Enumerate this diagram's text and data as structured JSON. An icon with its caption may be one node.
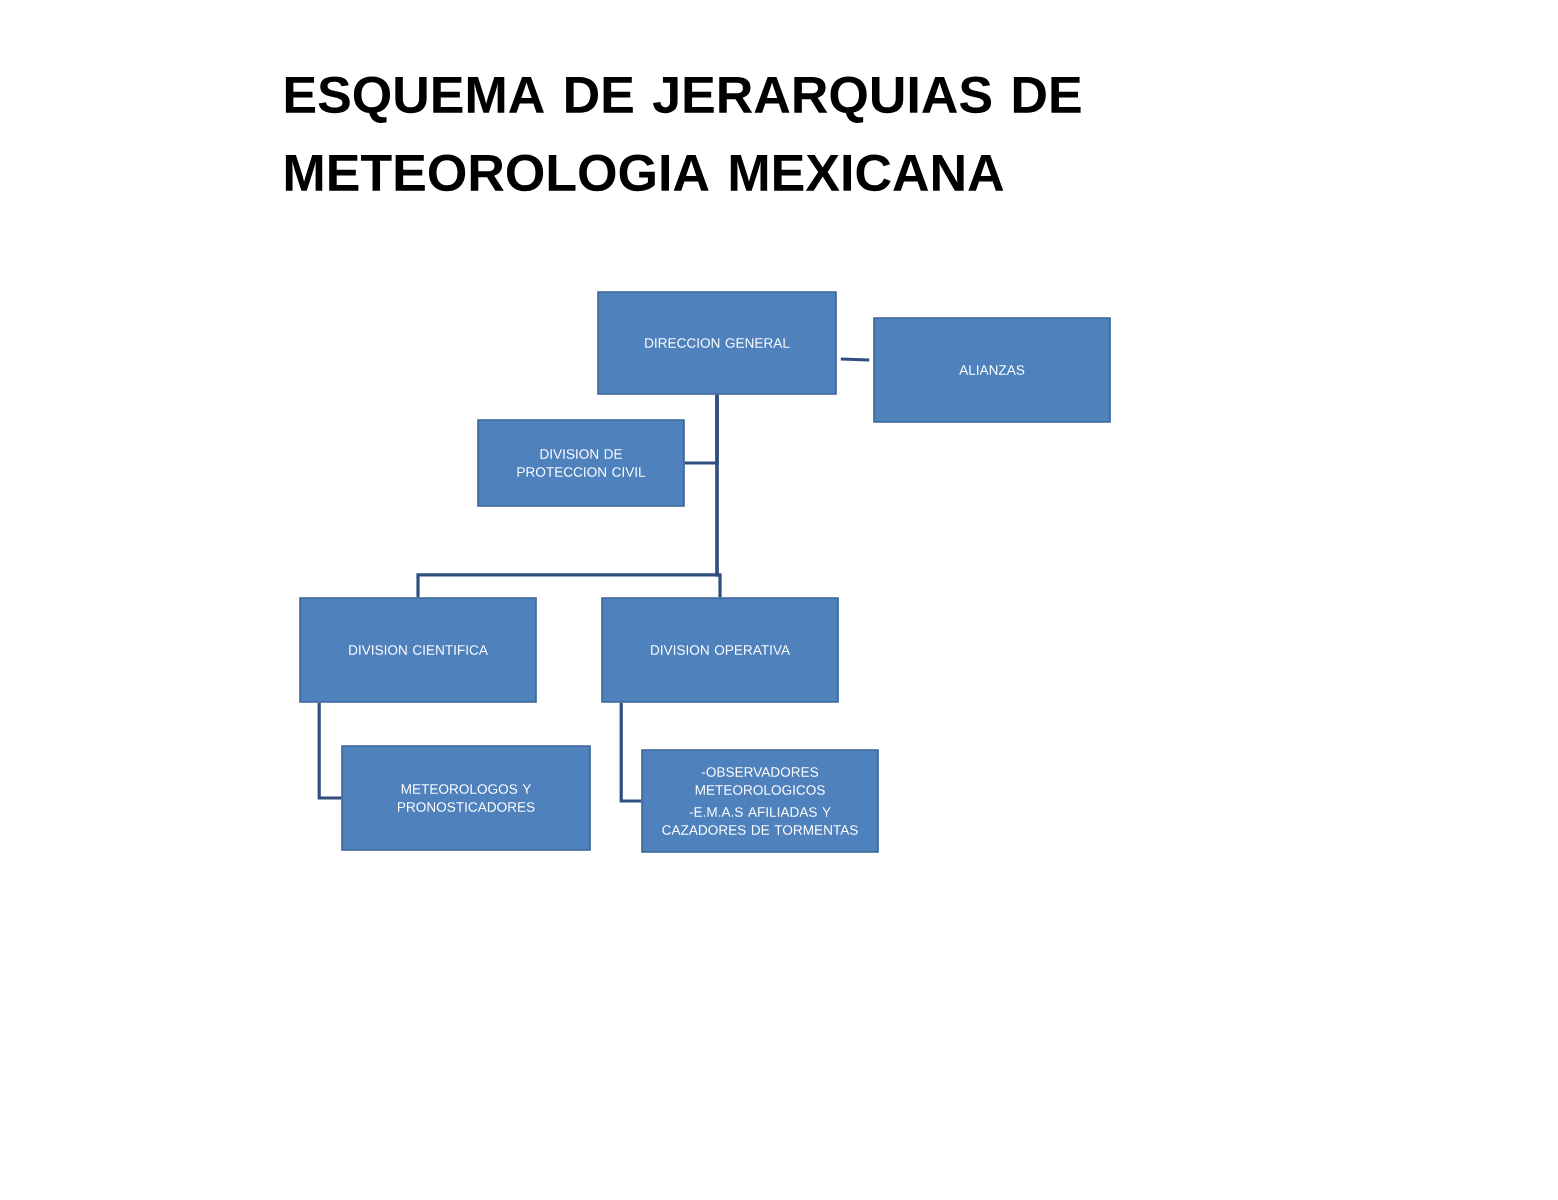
{
  "diagram": {
    "title": "ESQUEMA DE JERARQUIAS DE METEOROLOGIA MEXICANA",
    "nodes": [
      {
        "text": [
          "DIRECCION GENERAL"
        ]
      },
      {
        "text": [
          "ALIANZAS"
        ]
      },
      {
        "text": [
          "DIVISION DE PROTECCION CIVIL"
        ]
      },
      {
        "text": [
          "DIVISION CIENTIFICA"
        ]
      },
      {
        "text": [
          "DIVISION OPERATIVA"
        ]
      },
      {
        "text": [
          "METEOROLOGOS Y PRONOSTICADORES"
        ]
      },
      {
        "text": [
          "-OBSERVADORES METEOROLOGICOS",
          "-E.M.A.S AFILIADAS Y CAZADORES DE TORMENTAS"
        ]
      }
    ],
    "edges": [
      {
        "from": 0,
        "to": 1,
        "arrow": "none"
      },
      {
        "from": 0,
        "to": 2,
        "arrow": "none"
      },
      {
        "from": 0,
        "to": 3,
        "arrow": "none"
      },
      {
        "from": 0,
        "to": 4,
        "arrow": "none"
      },
      {
        "from": 3,
        "to": 5,
        "arrow": "none"
      },
      {
        "from": 4,
        "to": 6,
        "arrow": "none"
      }
    ]
  }
}
